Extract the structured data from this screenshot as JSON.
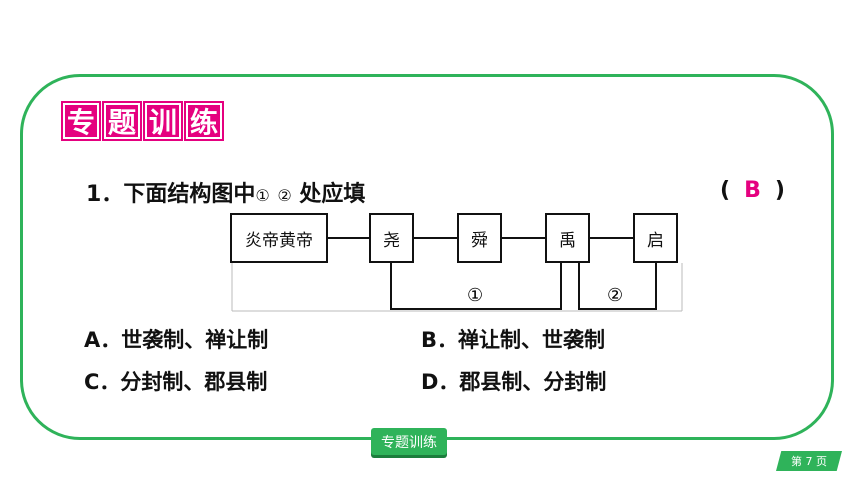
{
  "title_chars": [
    "专",
    "题",
    "训",
    "练"
  ],
  "question": {
    "number": "1．",
    "text_before": "下面结构图中",
    "marker1": "①",
    "marker2": "②",
    "text_after": "处应填",
    "answer_open": "(",
    "answer": "B",
    "answer_close": ")"
  },
  "diagram": {
    "boxes": [
      "炎帝黄帝",
      "尧",
      "舜",
      "禹",
      "启"
    ],
    "label1": "①",
    "label2": "②"
  },
  "options": {
    "A": "A．世袭制、禅让制",
    "B": "B．禅让制、世袭制",
    "C": "C．分封制、郡县制",
    "D": "D．郡县制、分封制"
  },
  "footer": {
    "tab_label": "专题训练",
    "page_label": "第 7 页"
  },
  "colors": {
    "accent": "#e5007f",
    "green": "#2fb35a"
  }
}
